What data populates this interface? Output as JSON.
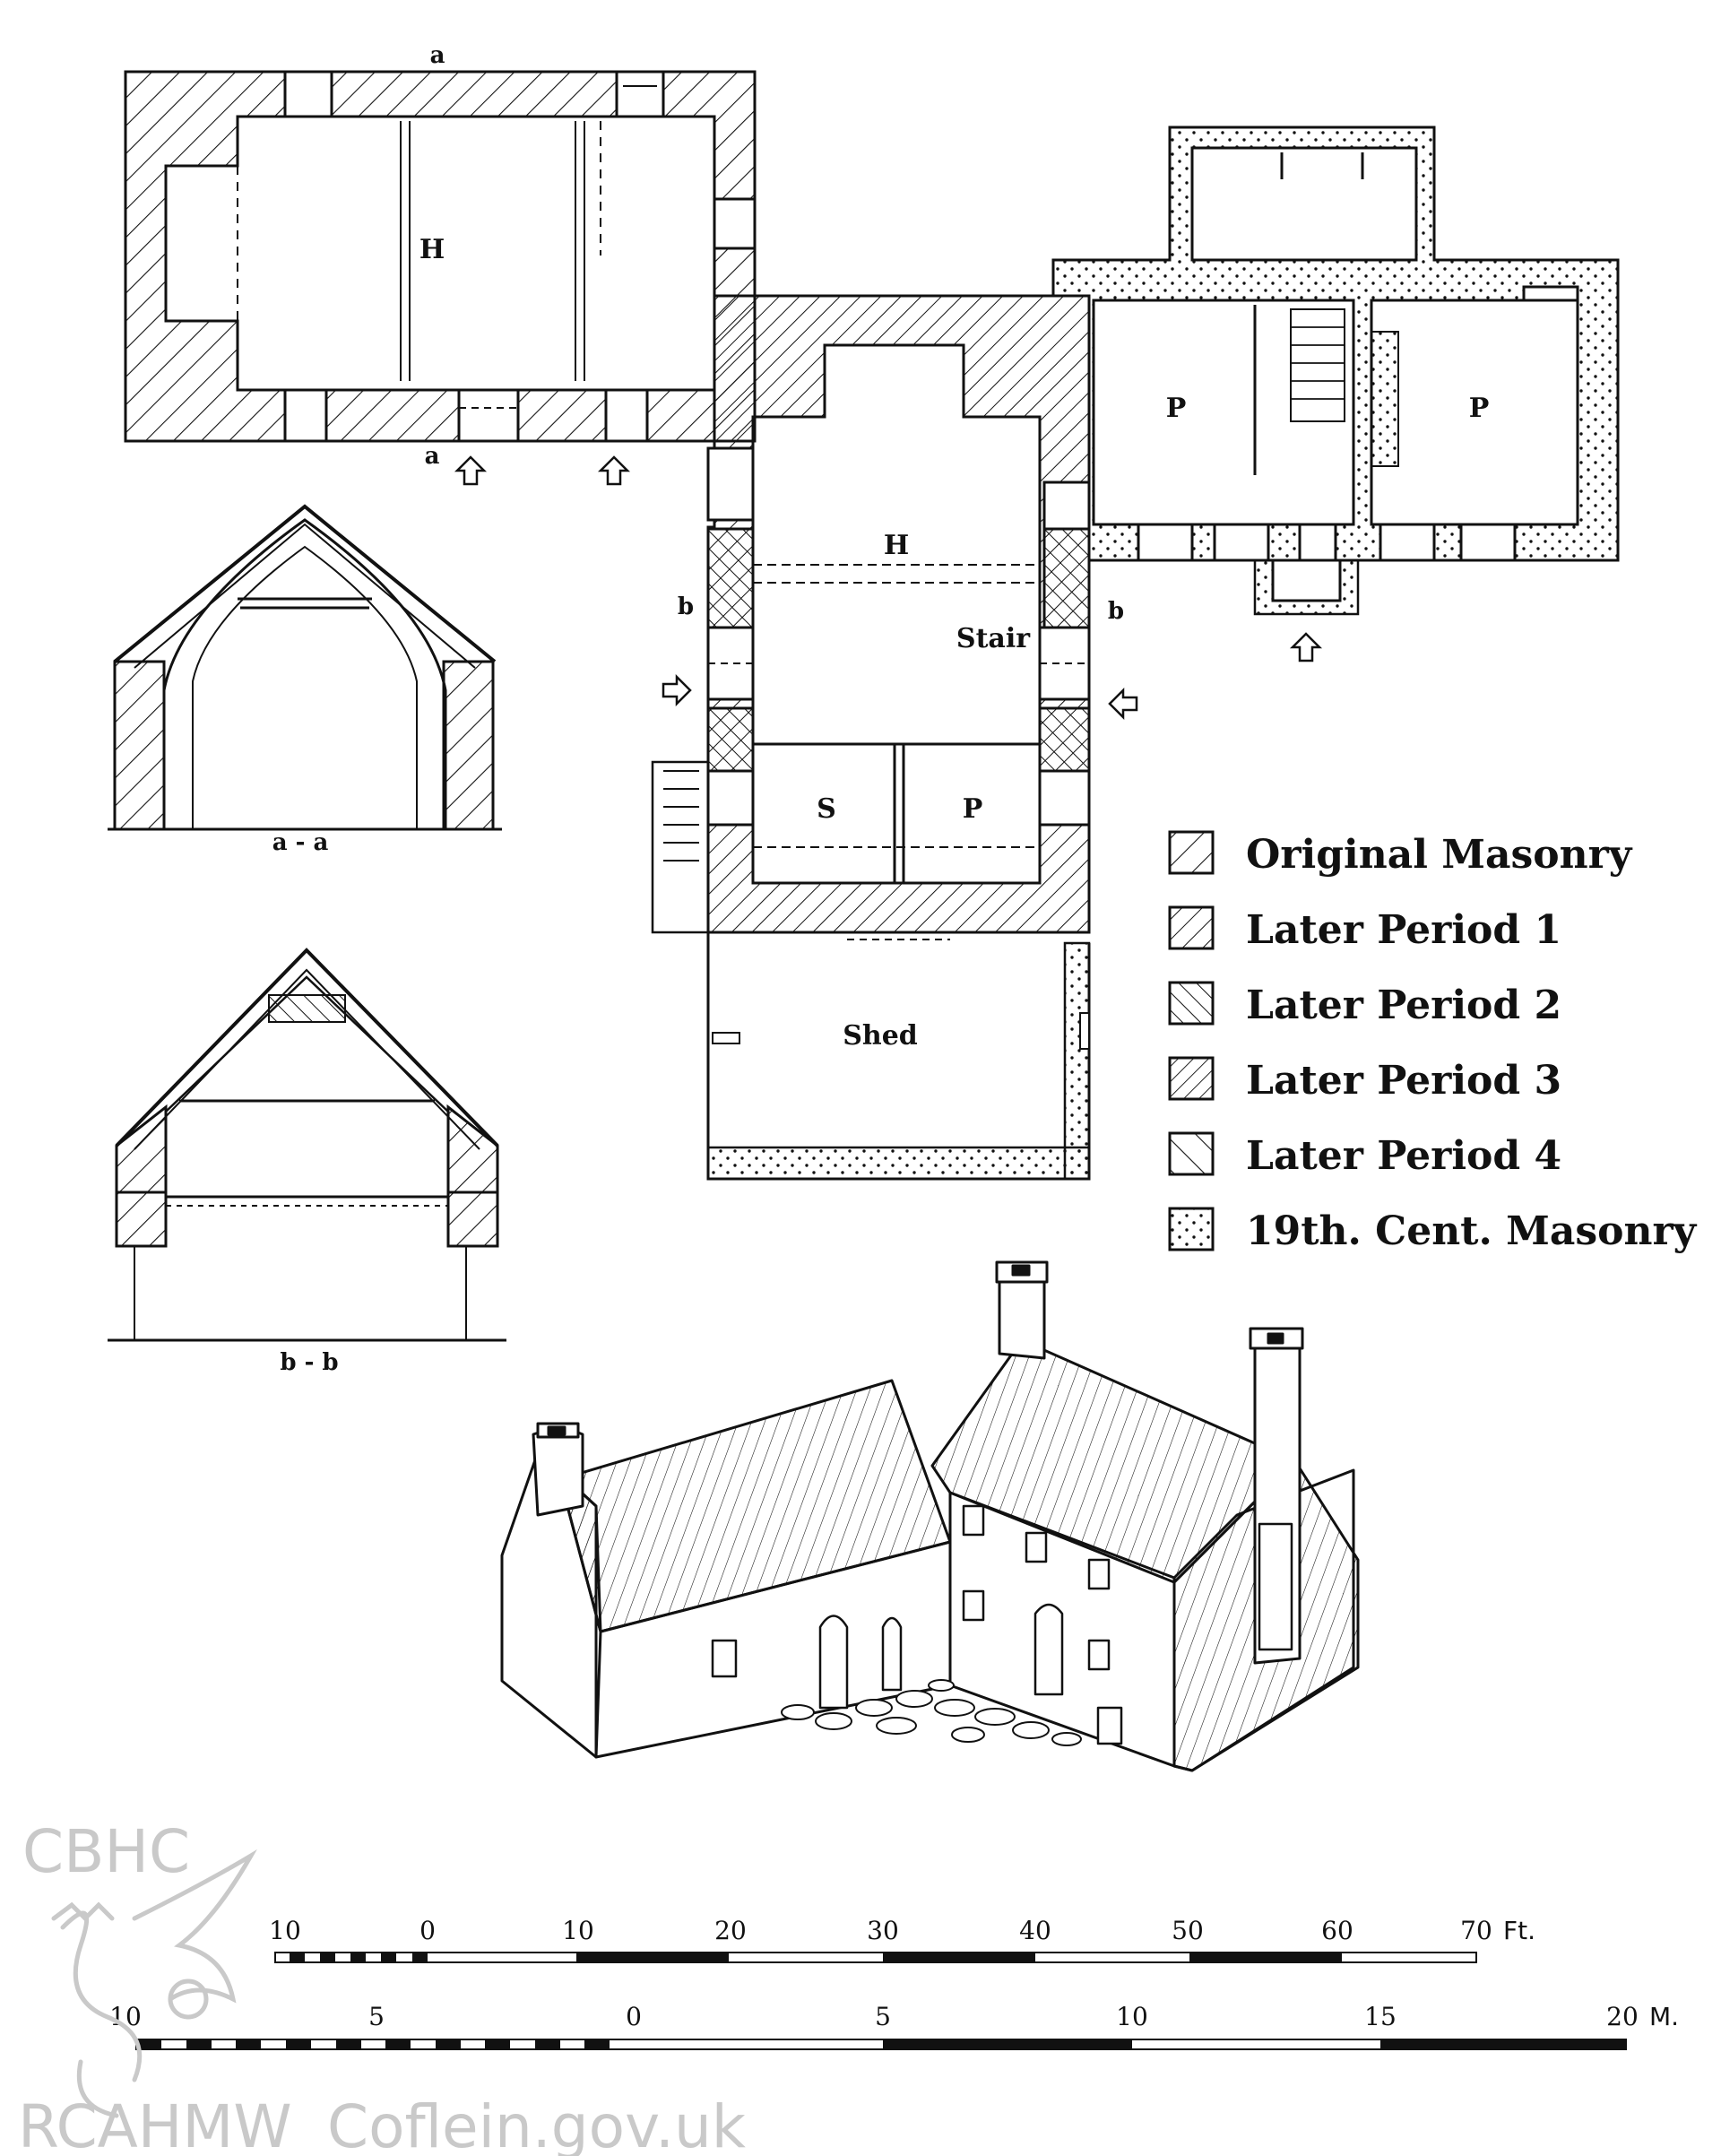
{
  "plan": {
    "section_mark_a": "a",
    "section_mark_b": "b",
    "rooms": {
      "hall_west": "H",
      "hall_centre": "H",
      "stair": "Stair",
      "service": "S",
      "parlour_centre": "P",
      "parlour_east_1": "P",
      "parlour_east_2": "P",
      "shed": "Shed"
    }
  },
  "sections": {
    "aa_label": "a - a",
    "bb_label": "b - b"
  },
  "legend": {
    "items": [
      {
        "label": "Original Masonry",
        "hatch": "fwd-wide"
      },
      {
        "label": "Later Period 1",
        "hatch": "fwd"
      },
      {
        "label": "Later Period 2",
        "hatch": "back"
      },
      {
        "label": "Later Period 3",
        "hatch": "fwd-fine"
      },
      {
        "label": "Later Period 4",
        "hatch": "back-wide"
      },
      {
        "label": "19th. Cent. Masonry",
        "hatch": "dots"
      }
    ]
  },
  "scale_bars": {
    "feet": {
      "ticks": [
        "10",
        "0",
        "10",
        "20",
        "30",
        "40",
        "50",
        "60",
        "70"
      ],
      "unit": "Ft."
    },
    "metres": {
      "ticks": [
        "10",
        "5",
        "0",
        "5",
        "10",
        "15",
        "20"
      ],
      "unit": "M."
    }
  },
  "watermark": {
    "top_left": "CBHC",
    "bottom_left": "RCAHMW",
    "bottom_right": "Coflein.gov.uk"
  },
  "colors": {
    "ink": "#111111",
    "watermark": "#c9c9c9",
    "paper": "#ffffff"
  }
}
